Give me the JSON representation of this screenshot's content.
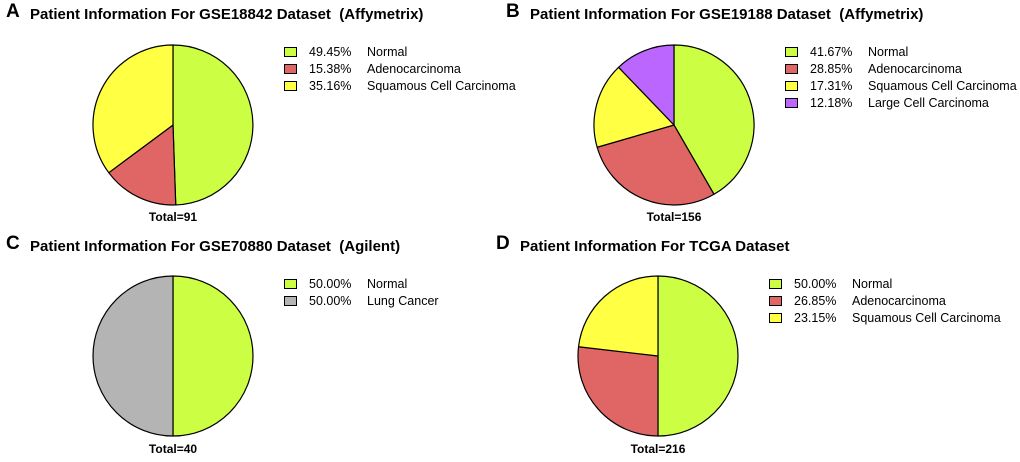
{
  "colors": {
    "Normal": "#ccff44",
    "Adenocarcinoma": "#e06666",
    "Squamous Cell Carcinoma": "#ffff44",
    "Large Cell Carcinoma": "#bb66ff",
    "Lung Cancer": "#b4b4b4"
  },
  "chart_data": [
    {
      "type": "pie",
      "panel": "A",
      "title": "Patient Information For GSE18842 Dataset  (Affymetrix)",
      "total": "Total=91",
      "slices": [
        {
          "label": "Normal",
          "value": 49.45,
          "pct_label": "49.45%"
        },
        {
          "label": "Adenocarcinoma",
          "value": 15.38,
          "pct_label": "15.38%"
        },
        {
          "label": "Squamous Cell Carcinoma",
          "value": 35.16,
          "pct_label": "35.16%"
        }
      ]
    },
    {
      "type": "pie",
      "panel": "B",
      "title": "Patient Information For GSE19188 Dataset  (Affymetrix)",
      "total": "Total=156",
      "slices": [
        {
          "label": "Normal",
          "value": 41.67,
          "pct_label": "41.67%"
        },
        {
          "label": "Adenocarcinoma",
          "value": 28.85,
          "pct_label": "28.85%"
        },
        {
          "label": "Squamous Cell Carcinoma",
          "value": 17.31,
          "pct_label": "17.31%"
        },
        {
          "label": "Large Cell Carcinoma",
          "value": 12.18,
          "pct_label": "12.18%"
        }
      ]
    },
    {
      "type": "pie",
      "panel": "C",
      "title": "Patient Information For GSE70880 Dataset  (Agilent)",
      "total": "Total=40",
      "slices": [
        {
          "label": "Normal",
          "value": 50.0,
          "pct_label": "50.00%"
        },
        {
          "label": "Lung Cancer",
          "value": 50.0,
          "pct_label": "50.00%"
        }
      ]
    },
    {
      "type": "pie",
      "panel": "D",
      "title": "Patient Information For TCGA Dataset",
      "total": "Total=216",
      "slices": [
        {
          "label": "Normal",
          "value": 50.0,
          "pct_label": "50.00%"
        },
        {
          "label": "Adenocarcinoma",
          "value": 26.85,
          "pct_label": "26.85%"
        },
        {
          "label": "Squamous Cell Carcinoma",
          "value": 23.15,
          "pct_label": "23.15%"
        }
      ]
    }
  ]
}
